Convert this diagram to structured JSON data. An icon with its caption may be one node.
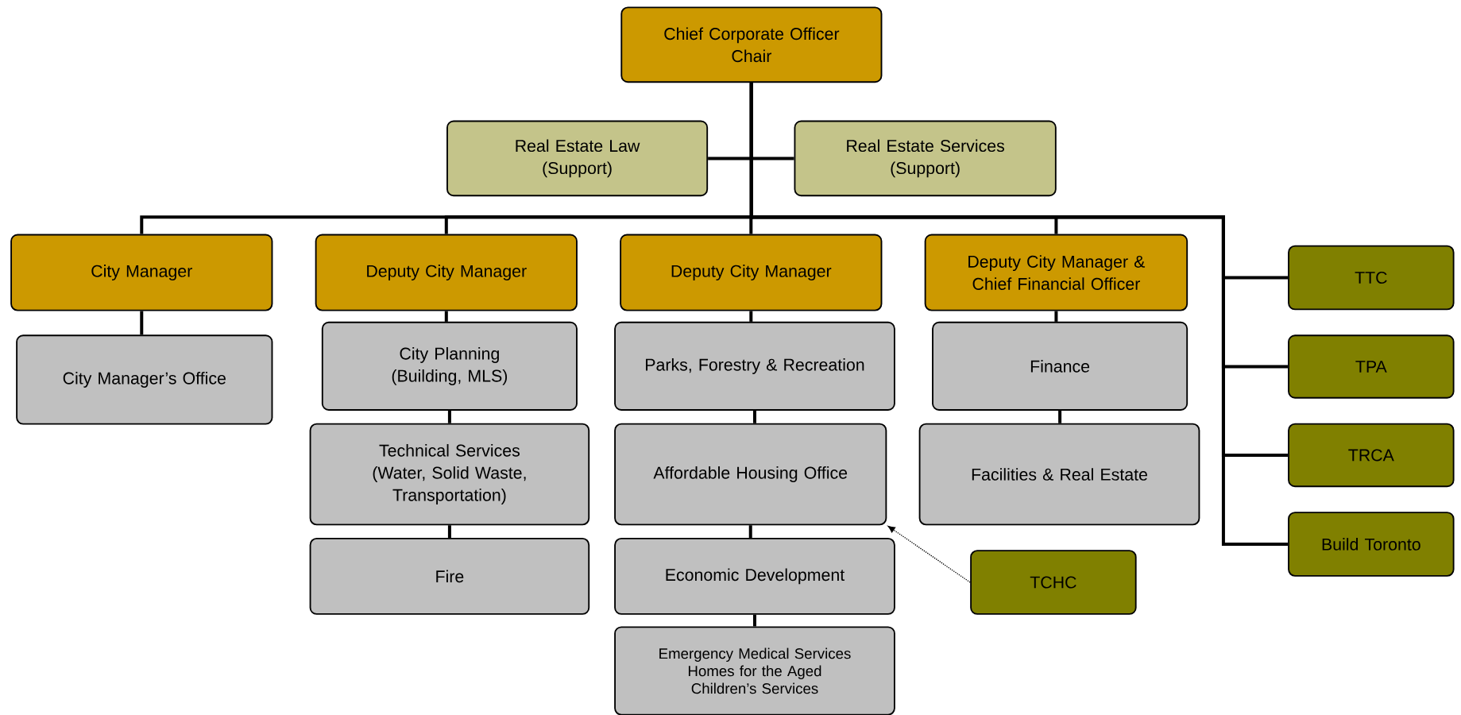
{
  "diagram": {
    "nodes": [
      {
        "text": [
          "Chief Corporate Officer",
          "Chair"
        ]
      },
      {
        "text": [
          "Real Estate Law",
          "(Support)"
        ]
      },
      {
        "text": [
          "Real Estate Services",
          "(Support)"
        ]
      },
      {
        "text": [
          "City Manager"
        ]
      },
      {
        "text": [
          "Deputy City Manager"
        ]
      },
      {
        "text": [
          "Deputy City Manager"
        ]
      },
      {
        "text": [
          "Deputy City Manager & Chief Financial Officer"
        ]
      },
      {
        "text": [
          "City Manager’s Office"
        ]
      },
      {
        "text": [
          "City Planning",
          "(Building, MLS)"
        ]
      },
      {
        "text": [
          "Technical Services",
          "(Water, Solid Waste, Transportation)"
        ]
      },
      {
        "text": [
          "Fire"
        ]
      },
      {
        "text": [
          "Parks, Forestry & Recreation"
        ]
      },
      {
        "text": [
          "Affordable Housing Office"
        ]
      },
      {
        "text": [
          "Economic Development"
        ]
      },
      {
        "text": [
          "Emergency Medical Services",
          "Homes for the Aged",
          "Children’s Services"
        ]
      },
      {
        "text": [
          "Finance"
        ]
      },
      {
        "text": [
          "Facilities & Real Estate"
        ]
      },
      {
        "text": [
          "TTC"
        ]
      },
      {
        "text": [
          "TPA"
        ]
      },
      {
        "text": [
          "TRCA"
        ]
      },
      {
        "text": [
          "Build Toronto"
        ]
      },
      {
        "text": [
          "TCHC"
        ]
      }
    ],
    "edges": [
      {
        "from": 0,
        "to": 1,
        "arrow": "none"
      },
      {
        "from": 0,
        "to": 2,
        "arrow": "none"
      },
      {
        "from": 0,
        "to": 3,
        "arrow": "none"
      },
      {
        "from": 0,
        "to": 4,
        "arrow": "none"
      },
      {
        "from": 0,
        "to": 5,
        "arrow": "none"
      },
      {
        "from": 0,
        "to": 6,
        "arrow": "none"
      },
      {
        "from": 0,
        "to": 17,
        "arrow": "none"
      },
      {
        "from": 0,
        "to": 18,
        "arrow": "none"
      },
      {
        "from": 0,
        "to": 19,
        "arrow": "none"
      },
      {
        "from": 0,
        "to": 20,
        "arrow": "none"
      },
      {
        "from": 3,
        "to": 7,
        "arrow": "none"
      },
      {
        "from": 4,
        "to": 8,
        "arrow": "none"
      },
      {
        "from": 8,
        "to": 9,
        "arrow": "none"
      },
      {
        "from": 9,
        "to": 10,
        "arrow": "none"
      },
      {
        "from": 5,
        "to": 11,
        "arrow": "none"
      },
      {
        "from": 11,
        "to": 12,
        "arrow": "none"
      },
      {
        "from": 12,
        "to": 13,
        "arrow": "none"
      },
      {
        "from": 13,
        "to": 14,
        "arrow": "none"
      },
      {
        "from": 6,
        "to": 15,
        "arrow": "none"
      },
      {
        "from": 15,
        "to": 16,
        "arrow": "none"
      },
      {
        "from": 21,
        "to": 12,
        "arrow": "to",
        "style": "dashed"
      }
    ]
  }
}
